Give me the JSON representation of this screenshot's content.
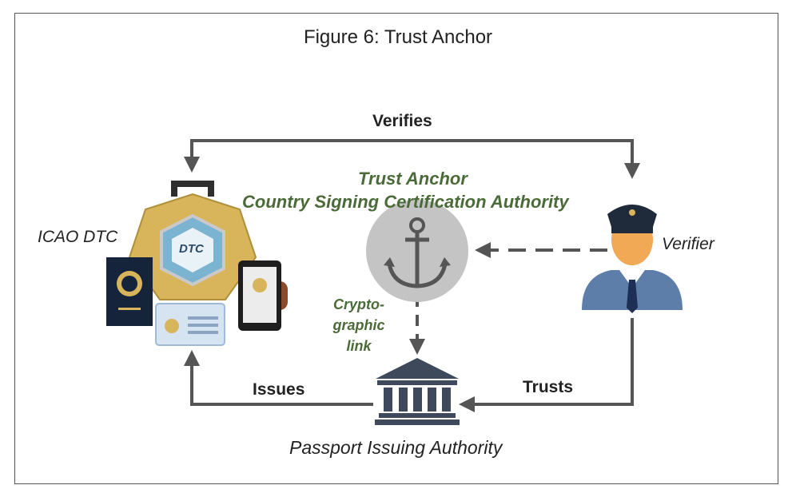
{
  "figure": {
    "title": "Figure 6: Trust Anchor"
  },
  "labels": {
    "verifies": "Verifies",
    "issues": "Issues",
    "trusts": "Trusts",
    "trust_anchor": "Trust Anchor",
    "cscа": "Country Signing  Certification Authority",
    "crypto_1": "Crypto-",
    "crypto_2": "graphic",
    "crypto_3": "link",
    "icao_dtc": "ICAO DTC",
    "verifier": "Verifier",
    "issuing_authority": "Passport Issuing Authority",
    "dtc_badge": "DTC"
  },
  "colors": {
    "arrow": "#555555",
    "green_text": "#4a6b38",
    "anchor_circle": "#c4c4c4",
    "gold": "#d8b55a",
    "building": "#3e4a5c"
  },
  "icons": [
    "dtc-suitcase-icon",
    "anchor-icon",
    "officer-icon",
    "bank-building-icon",
    "passport-icon",
    "phone-icon",
    "id-card-icon"
  ]
}
